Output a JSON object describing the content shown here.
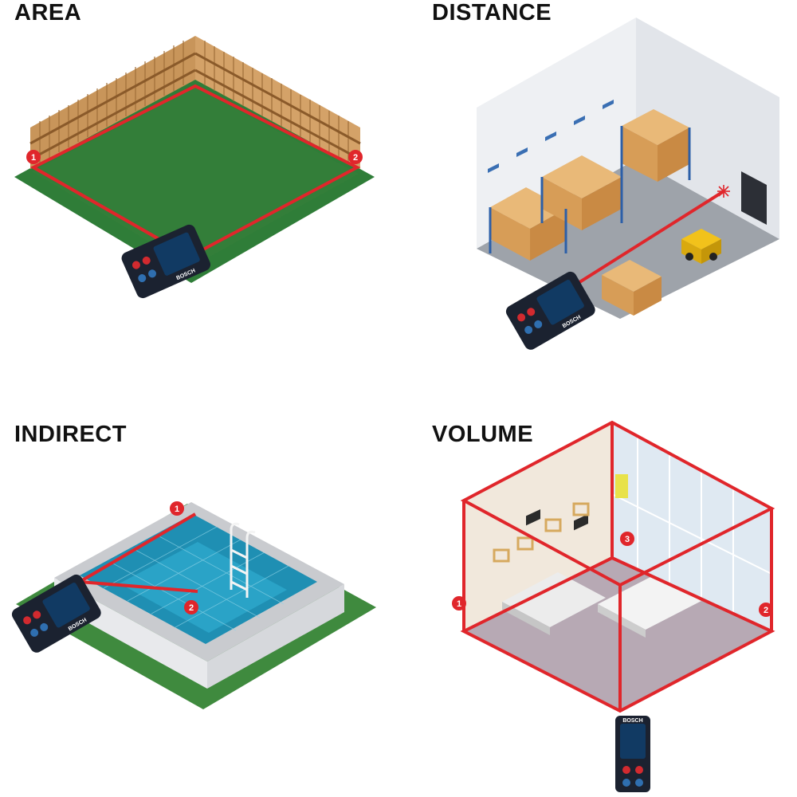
{
  "panels": {
    "area": {
      "title": "AREA",
      "markers": [
        "1",
        "2"
      ]
    },
    "distance": {
      "title": "DISTANCE"
    },
    "indirect": {
      "title": "INDIRECT",
      "markers": [
        "1",
        "2"
      ]
    },
    "volume": {
      "title": "VOLUME",
      "markers": [
        "1",
        "2",
        "3"
      ]
    }
  },
  "device": {
    "brand": "BOSCH"
  },
  "colors": {
    "laser": "#e0262b",
    "grass": "#3f8a3e",
    "lawn": "#2f7d38",
    "fence": "#c8955a",
    "pool_water": "#1f8fb3",
    "device_body": "#1b2230",
    "device_screen": "#113a63",
    "device_accent": "#d22a2f"
  }
}
